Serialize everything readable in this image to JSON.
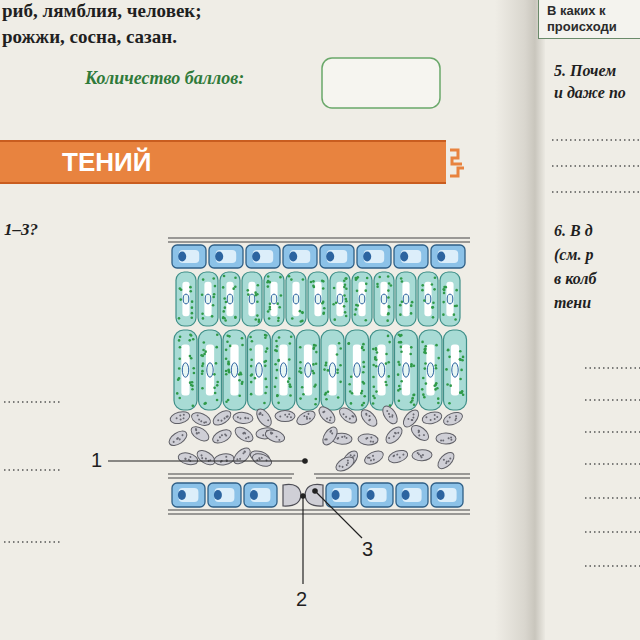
{
  "diagram": {
    "nodes": [
      {
        "text": [
          "В каких к происходи"
        ]
      },
      {
        "text": [
          "ТЕНИЙ"
        ]
      }
    ],
    "labels": [
      "риб, лямблия, человек;",
      "рожжи, сосна, сазан.",
      "Количество баллов:",
      "5. Почем",
      "и даже по",
      "1–3?",
      "6. В д",
      "(см. р",
      "в колб",
      "тени",
      "1",
      "2",
      "3"
    ]
  }
}
